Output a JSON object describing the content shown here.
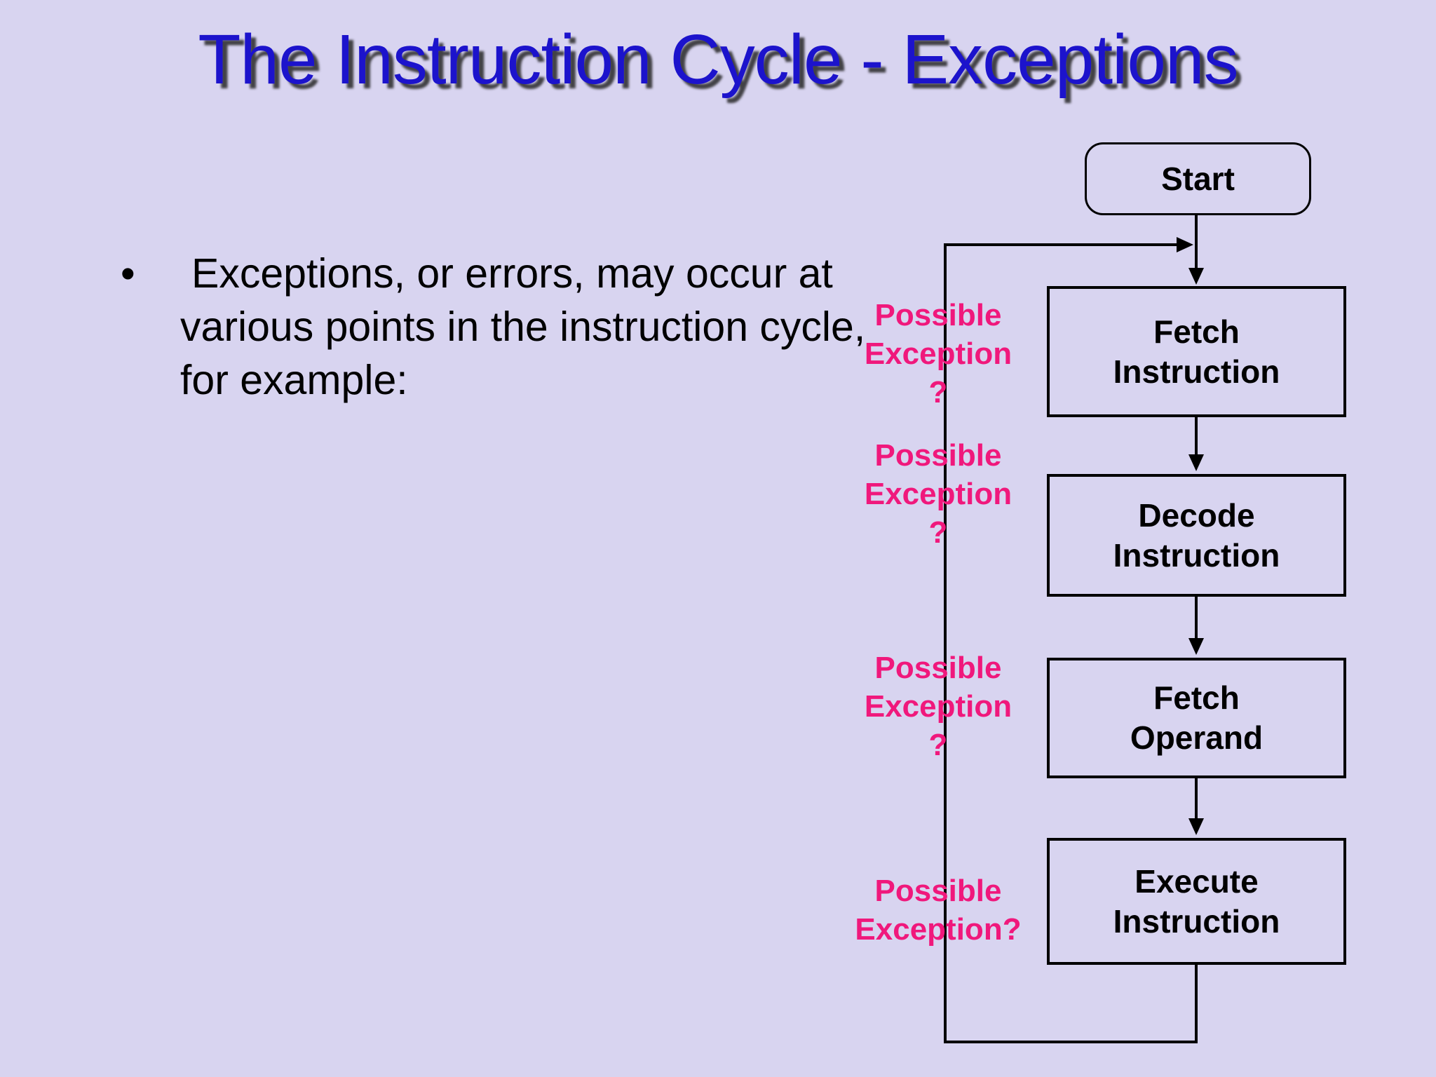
{
  "slide": {
    "title": "The Instruction Cycle - Exceptions",
    "bullet": {
      "marker": "•",
      "text": "Exceptions, or errors, may occur at various points in the instruction cycle, for example:"
    }
  },
  "flowchart": {
    "start": "Start",
    "boxes": [
      {
        "line1": "Fetch",
        "line2": "Instruction"
      },
      {
        "line1": "Decode",
        "line2": "Instruction"
      },
      {
        "line1": "Fetch",
        "line2": "Operand"
      },
      {
        "line1": "Execute",
        "line2": "Instruction"
      }
    ],
    "exception_labels": [
      {
        "line1": "Possible",
        "line2": "Exception",
        "line3": "?"
      },
      {
        "line1": "Possible",
        "line2": "Exception",
        "line3": "?"
      },
      {
        "line1": "Possible",
        "line2": "Exception",
        "line3": "?"
      },
      {
        "line1": "Possible",
        "line2": "Exception?",
        "line3": ""
      }
    ]
  },
  "colors": {
    "background": "#d8d4f0",
    "title_text": "#1c13cc",
    "title_shadow": "#282828",
    "exception_text": "#f0187c",
    "body_text": "#000000",
    "line": "#000000"
  }
}
